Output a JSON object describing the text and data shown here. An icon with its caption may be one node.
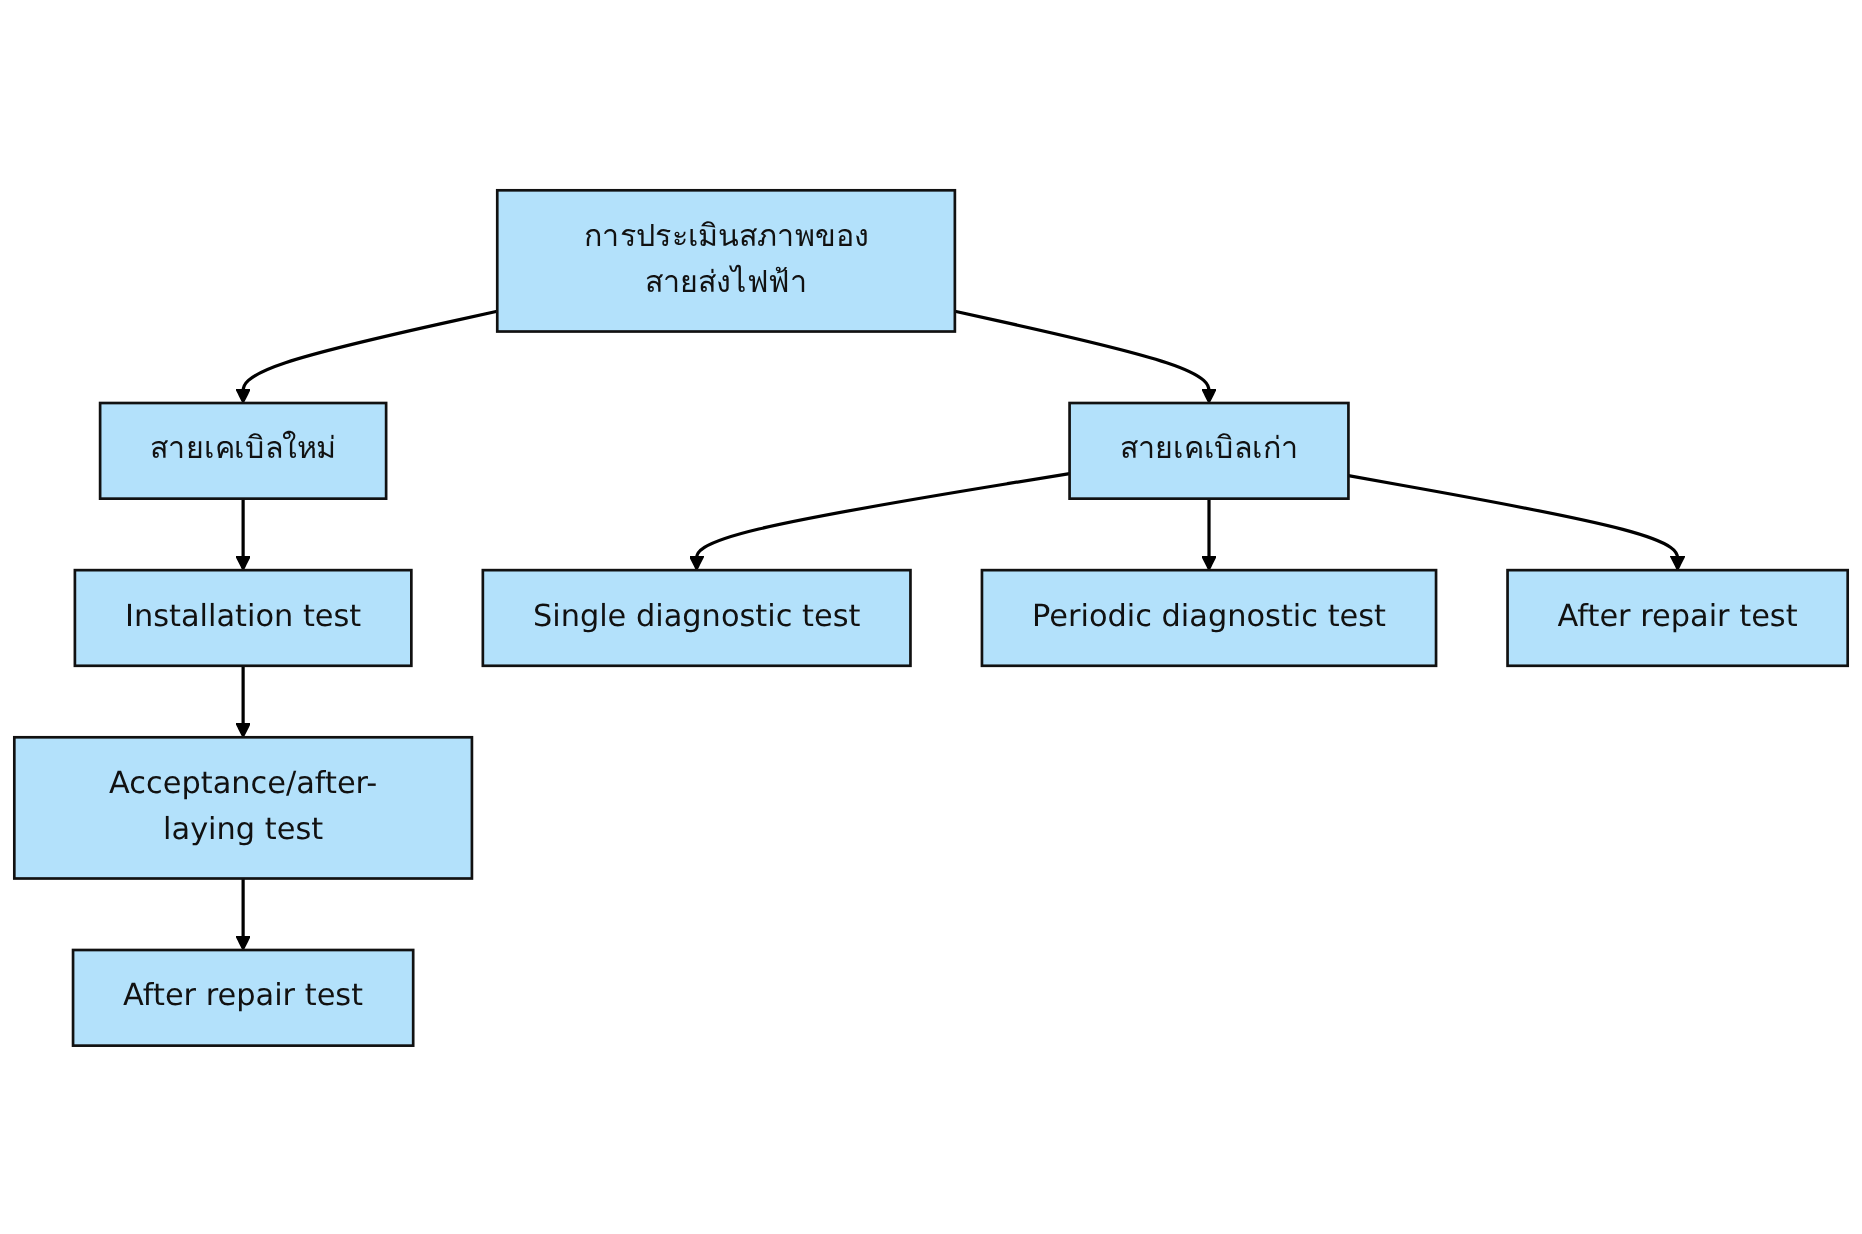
{
  "diagram": {
    "nodes": [
      {
        "text": [
          "การประเมินสภาพของสายส่งไฟฟ้า"
        ]
      },
      {
        "text": [
          "สายเคเบิลใหม่"
        ]
      },
      {
        "text": [
          "Installation test"
        ]
      },
      {
        "text": [
          "Acceptance/after-laying test"
        ]
      },
      {
        "text": [
          "After repair test"
        ]
      },
      {
        "text": [
          "สายเคเบิลเก่า"
        ]
      },
      {
        "text": [
          "Single diagnostic test"
        ]
      },
      {
        "text": [
          "Periodic diagnostic test"
        ]
      },
      {
        "text": [
          "After repair test"
        ]
      }
    ],
    "edges": [
      {
        "from": 0,
        "to": 1,
        "arrow": "to"
      },
      {
        "from": 0,
        "to": 5,
        "arrow": "to"
      },
      {
        "from": 1,
        "to": 2,
        "arrow": "to"
      },
      {
        "from": 2,
        "to": 3,
        "arrow": "to"
      },
      {
        "from": 3,
        "to": 4,
        "arrow": "to"
      },
      {
        "from": 5,
        "to": 6,
        "arrow": "to"
      },
      {
        "from": 5,
        "to": 7,
        "arrow": "to"
      },
      {
        "from": 5,
        "to": 8,
        "arrow": "to"
      }
    ]
  }
}
